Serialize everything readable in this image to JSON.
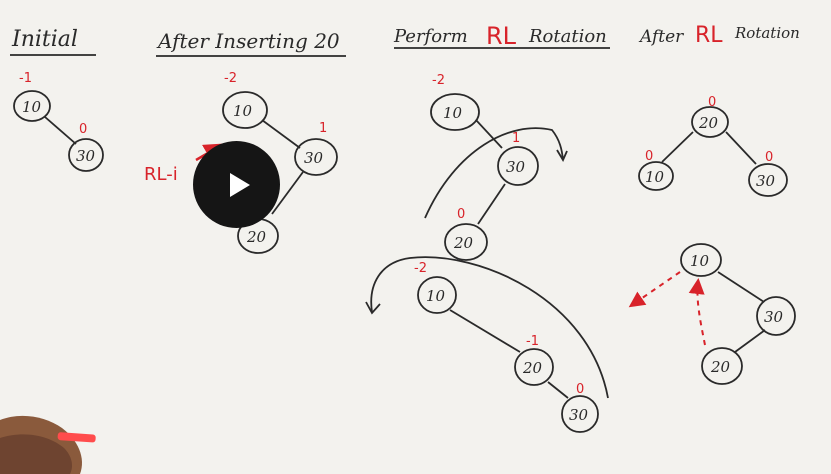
{
  "headings": {
    "initial": "Initial",
    "after_insert": "After Inserting 20",
    "perform_prefix": "Perform",
    "perform_rl": "RL",
    "perform_suffix": "Rotation",
    "after_prefix": "After",
    "after_rl": "RL",
    "after_suffix": "Rotation"
  },
  "annotation_rl": "RL-i",
  "trees": {
    "initial": {
      "root": "10",
      "root_bf": "-1",
      "right": "30",
      "right_bf": "0"
    },
    "after_insert": {
      "root": "10",
      "root_bf": "-2",
      "right": "30",
      "right_bf": "1",
      "left_of_right": "20"
    },
    "perform_top": {
      "root": "10",
      "root_bf": "-2",
      "right": "30",
      "right_bf": "1",
      "left_of_right": "20",
      "left_of_right_bf": "0"
    },
    "perform_bottom": {
      "root": "10",
      "root_bf": "-2",
      "right": "20",
      "right_bf": "-1",
      "right_right": "30",
      "right_right_bf": "0"
    },
    "after_top": {
      "root": "20",
      "root_bf": "0",
      "left": "10",
      "left_bf": "0",
      "right": "30",
      "right_bf": "0"
    },
    "after_bottom": {
      "root": "10",
      "right": "30",
      "left_of_right": "20"
    }
  },
  "colors": {
    "ink": "#2a2a2a",
    "marker_red": "#d8232a",
    "board": "#f3f2ee",
    "play_bg": "#151515"
  },
  "icons": {
    "play": "play-icon"
  }
}
